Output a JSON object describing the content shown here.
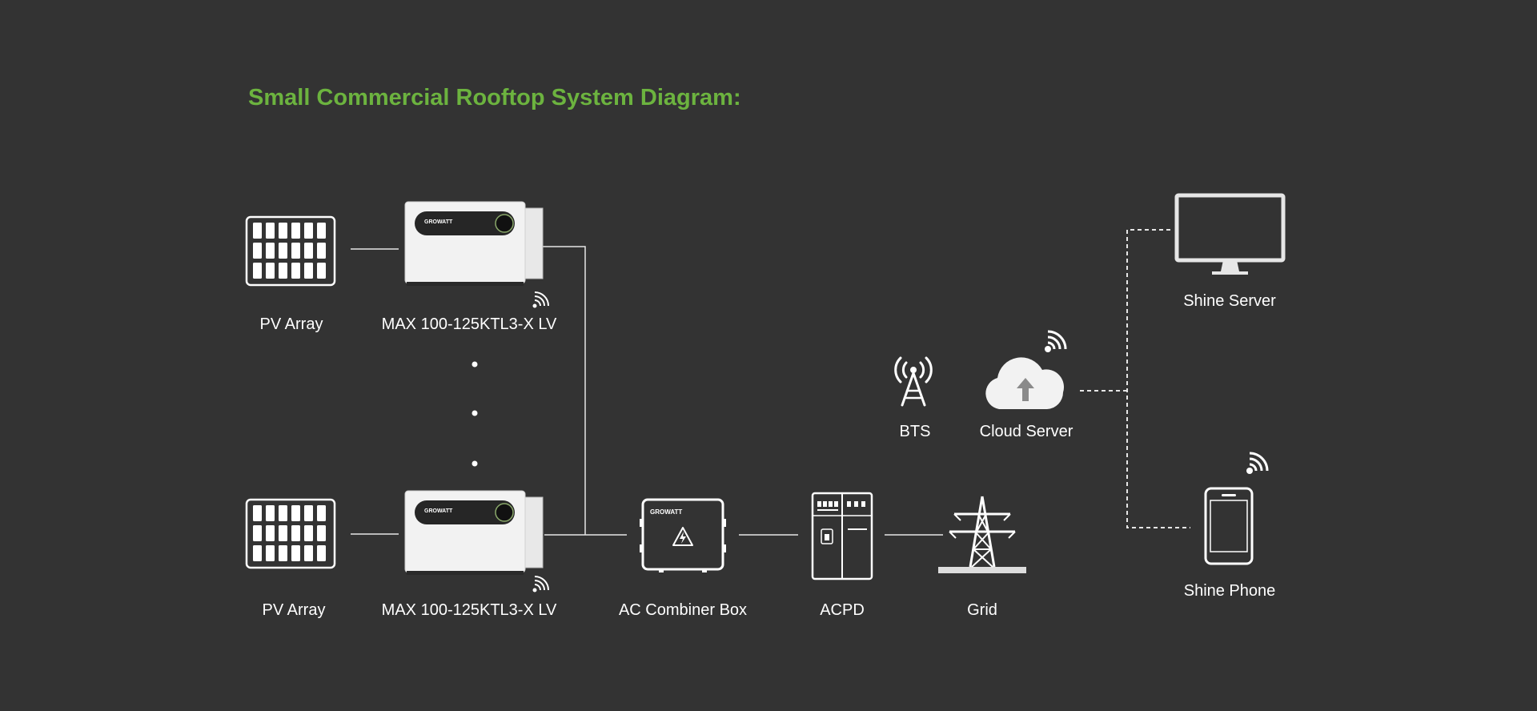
{
  "title": "Small Commercial Rooftop System Diagram:",
  "colors": {
    "background": "#333333",
    "title": "#6cb33f",
    "lines": "#e6e6e6",
    "device_body": "#f2f2f2"
  },
  "nodes": {
    "pv_array_top": "PV Array",
    "inverter_top": "MAX 100-125KTL3-X LV",
    "pv_array_bottom": "PV Array",
    "inverter_bottom": "MAX 100-125KTL3-X LV",
    "ac_combiner_box": "AC Combiner Box",
    "acpd": "ACPD",
    "grid": "Grid",
    "bts": "BTS",
    "cloud_server": "Cloud Server",
    "shine_server": "Shine Server",
    "shine_phone": "Shine Phone"
  },
  "brand_text": "GROWATT",
  "icons": [
    "solar-panel-icon",
    "inverter-icon",
    "wifi-icon",
    "combiner-box-icon",
    "warning-icon",
    "switchgear-icon",
    "transmission-tower-icon",
    "cell-tower-icon",
    "cloud-upload-icon",
    "monitor-icon",
    "smartphone-icon"
  ]
}
